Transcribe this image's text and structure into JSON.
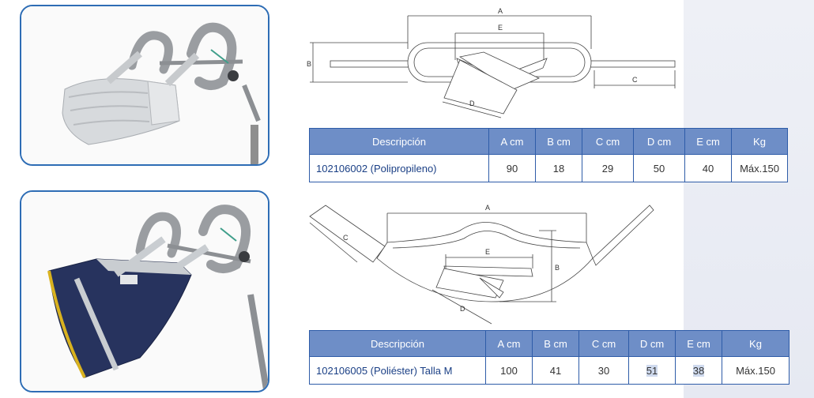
{
  "diagram1": {
    "labels": {
      "a": "A",
      "b": "B",
      "c": "C",
      "d": "D",
      "e": "E"
    }
  },
  "diagram2": {
    "labels": {
      "a": "A",
      "b": "B",
      "c": "C",
      "d": "D",
      "e": "E"
    }
  },
  "table1": {
    "headers": [
      "Descripción",
      "A cm",
      "B cm",
      "C cm",
      "D cm",
      "E cm",
      "Kg"
    ],
    "row": [
      "102106002 (Polipropileno)",
      "90",
      "18",
      "29",
      "50",
      "40",
      "Máx.150"
    ]
  },
  "table2": {
    "headers": [
      "Descripción",
      "A cm",
      "B cm",
      "C cm",
      "D cm",
      "E cm",
      "Kg"
    ],
    "row": [
      "102106005 (Poliéster) Talla M",
      "100",
      "41",
      "30",
      "51",
      "38",
      "Máx.150"
    ]
  },
  "colors": {
    "header_bg": "#6e8ec7",
    "border": "#2e5ca8",
    "frame": "#2e6db5",
    "sling_navy": "#27335e",
    "sling_grey": "#c9cdd1"
  }
}
